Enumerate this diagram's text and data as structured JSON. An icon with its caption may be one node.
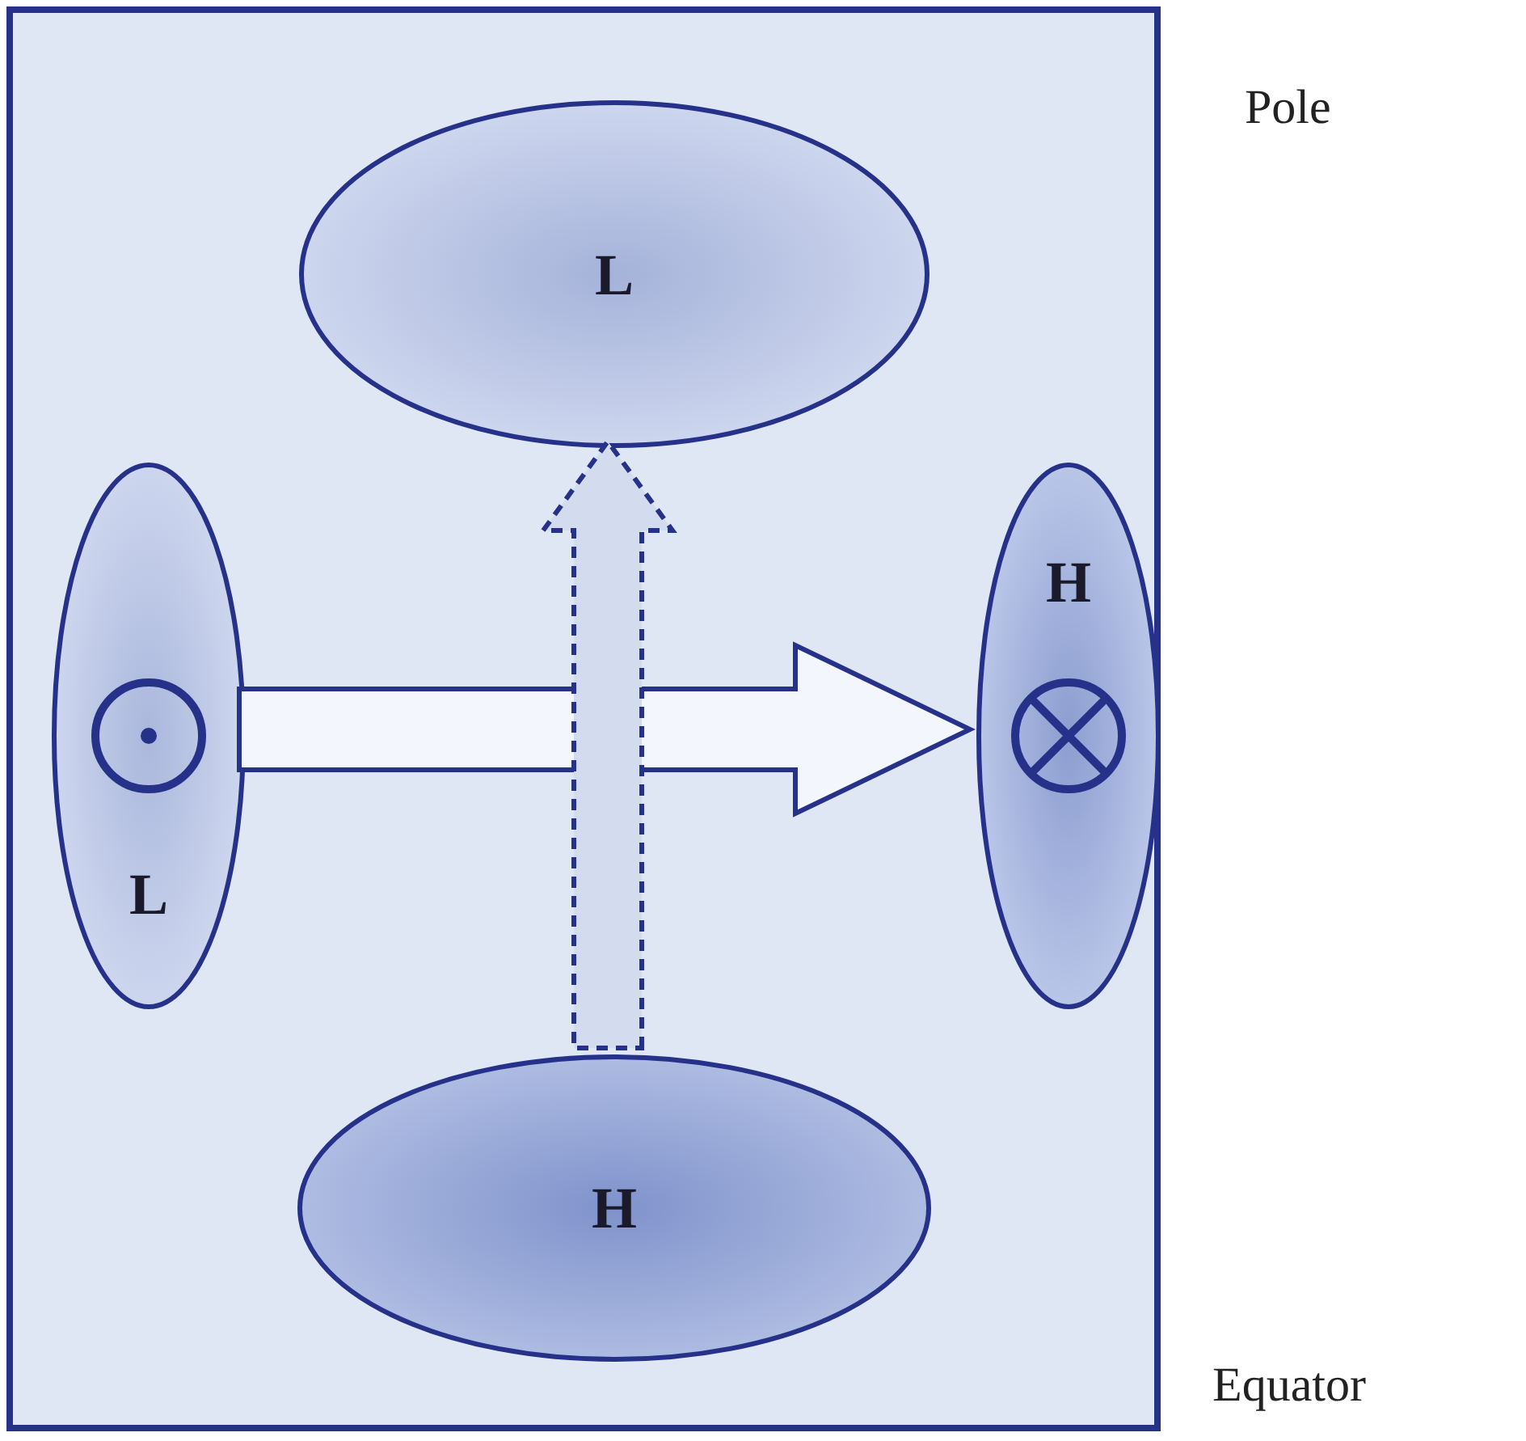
{
  "diagram": {
    "nodes": [
      {
        "text": [],
        "shape": "box"
      },
      {
        "text": [
          "L"
        ],
        "in": 0
      },
      {
        "text": [
          "L"
        ],
        "in": 0
      },
      {
        "text": [
          "H"
        ],
        "in": 0
      },
      {
        "text": [
          "H"
        ],
        "in": 0
      }
    ],
    "edges": [
      {
        "from": 2,
        "to": 3,
        "arrow": "to"
      },
      {
        "from": 4,
        "to": 1,
        "arrow": "to",
        "style": "dashed"
      }
    ],
    "labels": [
      "Pole",
      "Equator"
    ]
  }
}
